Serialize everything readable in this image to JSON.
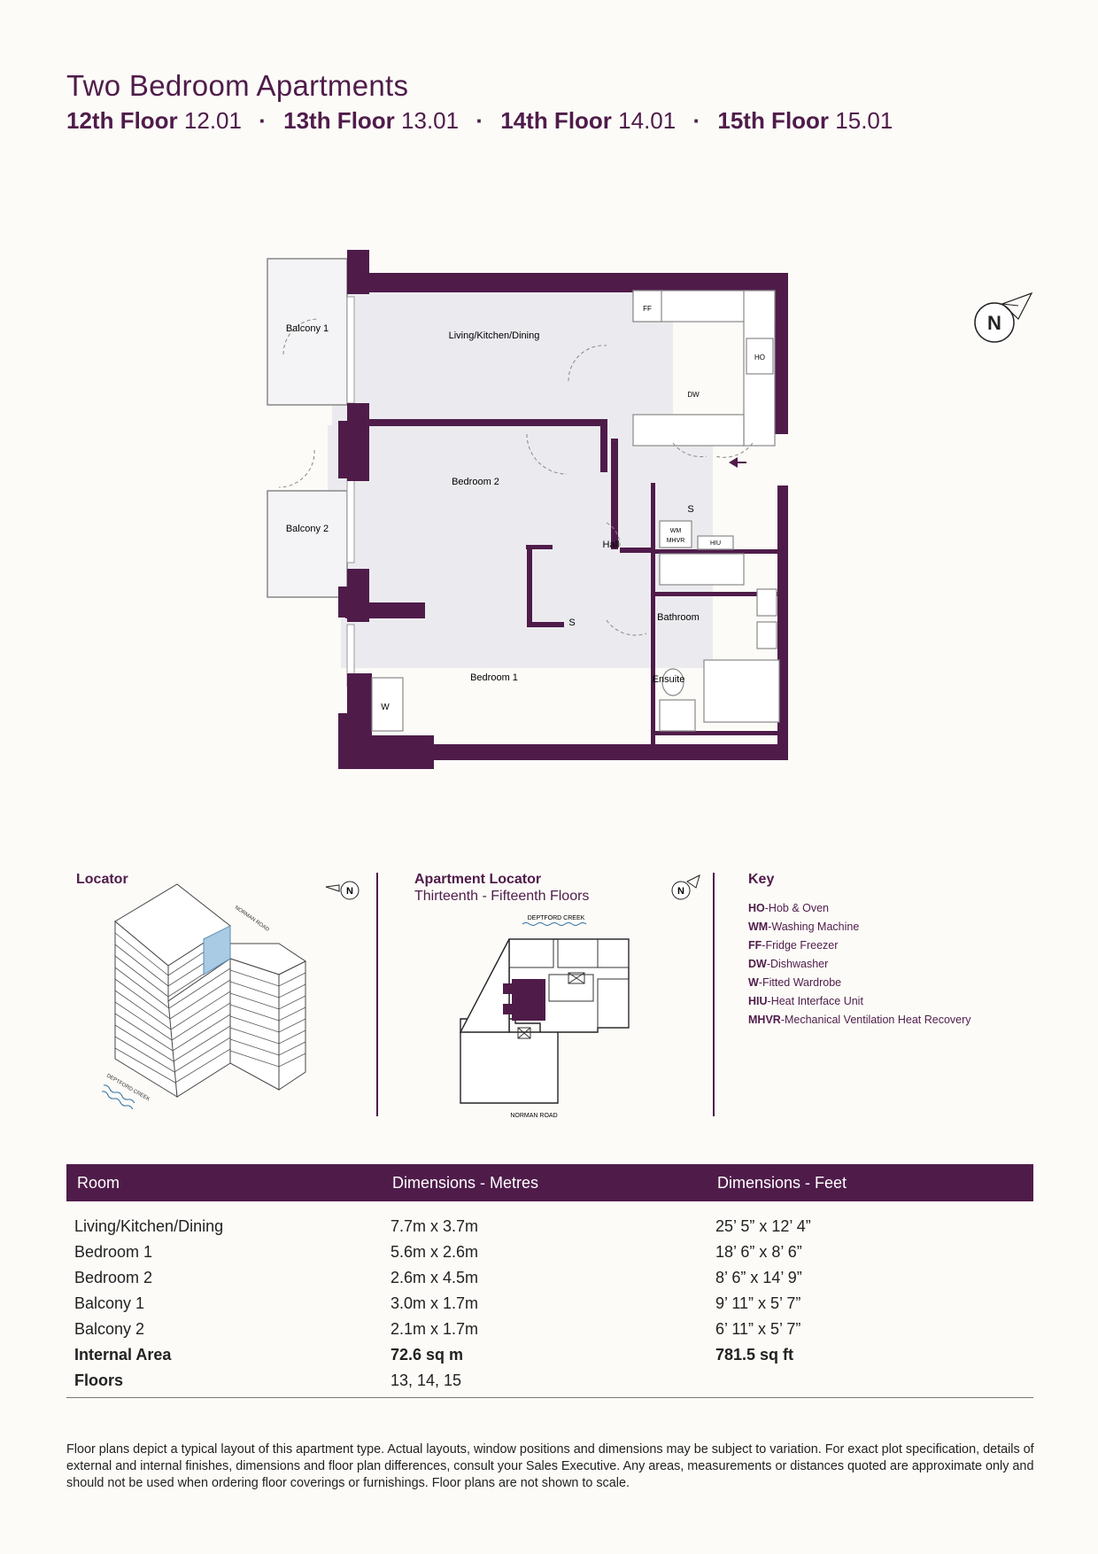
{
  "header": {
    "title": "Two Bedroom Apartments",
    "floors": [
      {
        "floor": "12th Floor",
        "unit": "12.01"
      },
      {
        "floor": "13th Floor",
        "unit": "13.01"
      },
      {
        "floor": "14th Floor",
        "unit": "14.01"
      },
      {
        "floor": "15th Floor",
        "unit": "15.01"
      }
    ],
    "separator": "·"
  },
  "plan": {
    "north": "N",
    "rooms": {
      "living": "Living/Kitchen/Dining",
      "balcony1": "Balcony 1",
      "balcony2": "Balcony 2",
      "bedroom2": "Bedroom 2",
      "bedroom1": "Bedroom 1",
      "hall": "Hall",
      "bathroom": "Bathroom",
      "ensuite": "Ensuite",
      "store1": "S",
      "store2": "S"
    },
    "fixtures": {
      "ff": "FF",
      "ho": "HO",
      "dw": "DW",
      "wm": "WM",
      "mhvr": "MHVR",
      "hiu": "HIU",
      "w": "W"
    }
  },
  "locator": {
    "title": "Locator",
    "north": "N",
    "road": "NORMAN ROAD",
    "creek": "DEPTFORD CREEK"
  },
  "apartment_locator": {
    "title": "Apartment Locator",
    "subtitle": "Thirteenth - Fifteenth Floors",
    "north": "N",
    "top_label": "DEPTFORD CREEK",
    "bottom_label": "NORMAN ROAD"
  },
  "key": {
    "title": "Key",
    "items": [
      {
        "abbr": "HO",
        "desc": "Hob & Oven"
      },
      {
        "abbr": "WM",
        "desc": "Washing Machine"
      },
      {
        "abbr": "FF",
        "desc": "Fridge Freezer"
      },
      {
        "abbr": "DW",
        "desc": "Dishwasher"
      },
      {
        "abbr": "W",
        "desc": "Fitted Wardrobe"
      },
      {
        "abbr": "HIU",
        "desc": "Heat Interface Unit"
      },
      {
        "abbr": "MHVR",
        "desc": "Mechanical Ventilation Heat Recovery"
      }
    ]
  },
  "table": {
    "headers": [
      "Room",
      "Dimensions - Metres",
      "Dimensions - Feet"
    ],
    "rows": [
      {
        "room": "Living/Kitchen/Dining",
        "metres": "7.7m x 3.7m",
        "feet": "25’ 5” x 12’ 4”"
      },
      {
        "room": "Bedroom 1",
        "metres": "5.6m x 2.6m",
        "feet": "18’ 6” x 8’ 6”"
      },
      {
        "room": "Bedroom 2",
        "metres": "2.6m x 4.5m",
        "feet": "8’ 6” x 14’ 9”"
      },
      {
        "room": "Balcony 1",
        "metres": "3.0m x 1.7m",
        "feet": "9’ 11” x 5’ 7”"
      },
      {
        "room": "Balcony 2",
        "metres": "2.1m x 1.7m",
        "feet": "6’ 11” x 5’ 7”"
      }
    ],
    "area": {
      "room": "Internal Area",
      "metres": "72.6 sq m",
      "feet": "781.5 sq ft"
    },
    "floors": {
      "room": "Floors",
      "metres": "13, 14, 15"
    }
  },
  "disclaimer": "Floor plans depict a typical layout of this apartment type. Actual layouts, window positions and dimensions may be subject to variation. For exact plot specification, details of external and internal finishes, dimensions and floor plan differences, consult your Sales Executive. Any areas, measurements or distances quoted are approximate only and should not be used when ordering floor coverings or furnishings. Floor plans are not shown to scale.",
  "colors": {
    "brand": "#4f1c4a",
    "floor": "#ebebef",
    "highlight": "#a9cbe3"
  }
}
